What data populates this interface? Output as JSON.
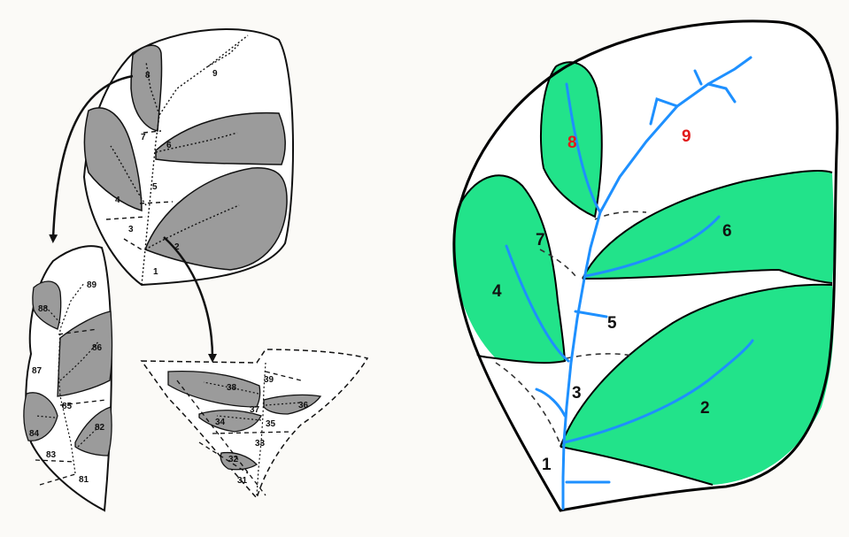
{
  "left_panel": {
    "main_basin_labels": [
      "1",
      "2",
      "3",
      "4",
      "5",
      "6",
      "7",
      "8",
      "9"
    ],
    "sub_basin_8_labels": [
      "81",
      "82",
      "83",
      "84",
      "85",
      "86",
      "87",
      "88",
      "89"
    ],
    "sub_basin_3_labels": [
      "31",
      "32",
      "33",
      "34",
      "35",
      "36",
      "37",
      "38",
      "39"
    ],
    "colors": {
      "shaded": "#9b9b9b",
      "outline": "#111111",
      "paper": "#ffffff"
    }
  },
  "right_panel": {
    "basin_labels": [
      "1",
      "2",
      "3",
      "4",
      "5",
      "6",
      "7",
      "8",
      "9"
    ],
    "highlight_labels": [
      "8",
      "9"
    ],
    "colors": {
      "sub_basin_fill": "#22e38a",
      "river": "#1e90ff",
      "outline": "#000000",
      "highlight_text": "#e11a1a",
      "label_text": "#111111"
    }
  }
}
